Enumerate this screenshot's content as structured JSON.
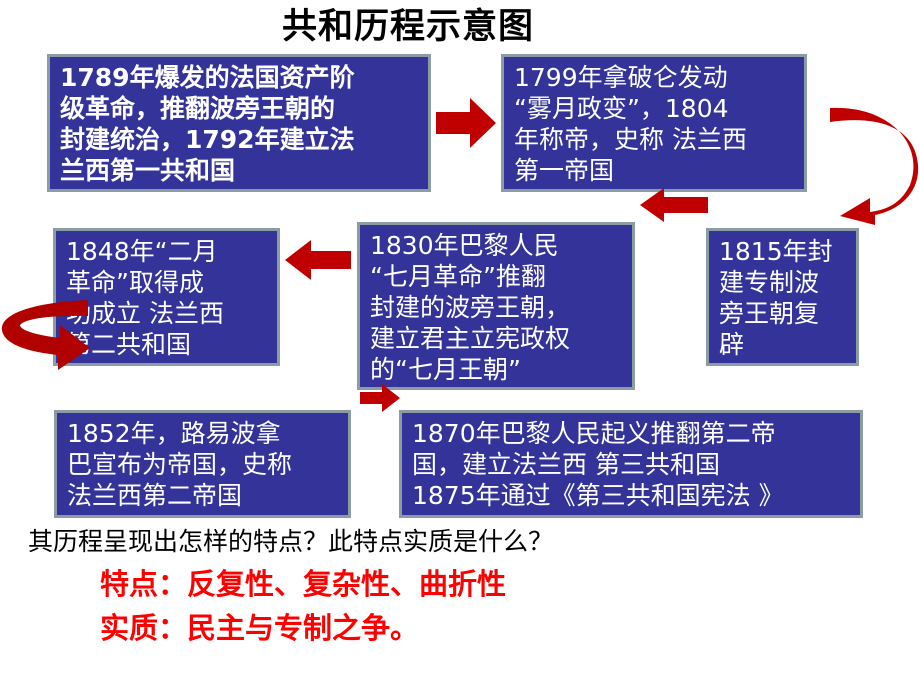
{
  "title": "共和历程示意图",
  "boxes": [
    {
      "text": "1789年爆发的法国资产阶\n级革命，推翻波旁王朝的\n封建统治，1792年建立法\n兰西第一共和国"
    },
    {
      "text": "1799年拿破仑发动\n“雾月政变”，1804\n年称帝，史称 法兰西\n第一帝国"
    },
    {
      "text": "1848年“二月\n革命”取得成\n功成立 法兰西\n第二共和国"
    },
    {
      "text": "1830年巴黎人民\n“七月革命”推翻\n封建的波旁王朝，\n建立君主立宪政权\n的“七月王朝”"
    },
    {
      "text": "1815年封\n建专制波\n旁王朝复\n辟"
    },
    {
      "text": "1852年，路易波拿\n巴宣布为帝国，史称\n法兰西第二帝国"
    },
    {
      "text": "1870年巴黎人民起义推翻第二帝\n国，建立法兰西 第三共和国\n1875年通过《第三共和国宪法 》"
    }
  ],
  "question": "其历程呈现出怎样的特点？此特点实质是什么？",
  "answer_feature": "特点：反复性、复杂性、曲折性",
  "answer_essence": "实质：民主与专制之争。",
  "colors": {
    "box": "#333399",
    "arrow": "#c00000",
    "answer": "#ff0000"
  }
}
